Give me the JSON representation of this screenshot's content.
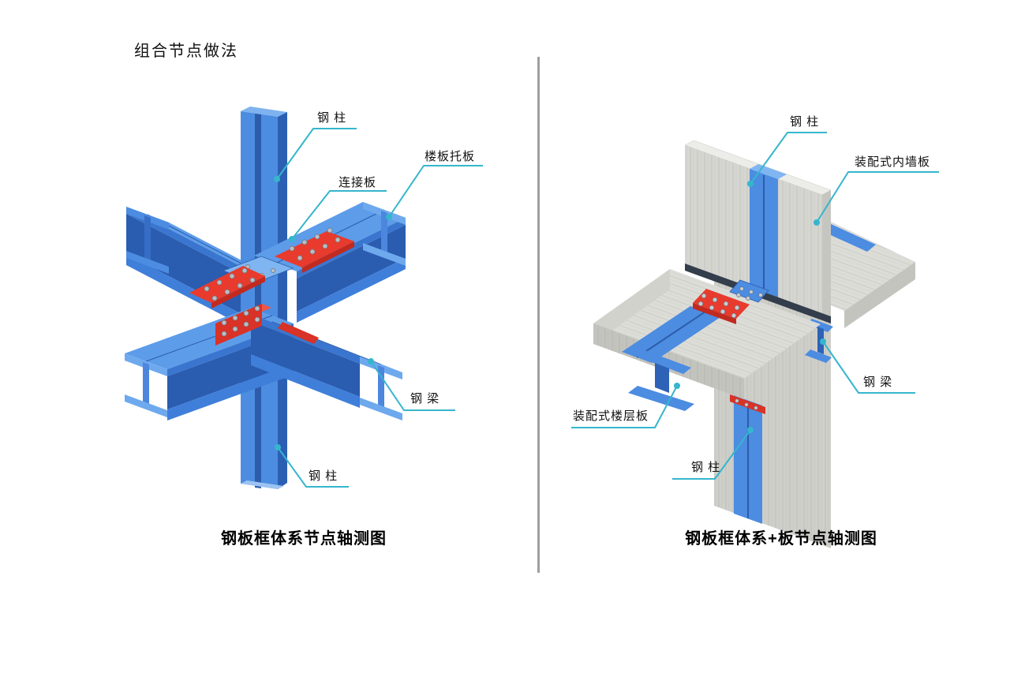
{
  "page": {
    "title": "组合节点做法"
  },
  "left_diagram": {
    "caption": "钢板框体系节点轴测图",
    "labels": {
      "column_top": "钢 柱",
      "floor_bracket": "楼板托板",
      "connection_plate": "连接板",
      "beam": "钢 梁",
      "column_bottom": "钢 柱"
    }
  },
  "right_diagram": {
    "caption": "钢板框体系+板节点轴测图",
    "labels": {
      "column_top": "钢 柱",
      "wall_panel": "装配式内墙板",
      "beam": "钢 梁",
      "floor_panel": "装配式楼层板",
      "column_bottom": "钢 柱"
    }
  },
  "colors": {
    "leader_line": "#35b6cd",
    "steel_blue": "#4c8ce1",
    "steel_blue_light": "#5d9ce9",
    "steel_blue_dark": "#2a5cb0",
    "connector_red": "#e83b2d",
    "concrete_front": "#d6d6d1",
    "concrete_top": "#ececе8",
    "divider_gray": "#9f9f9f"
  }
}
